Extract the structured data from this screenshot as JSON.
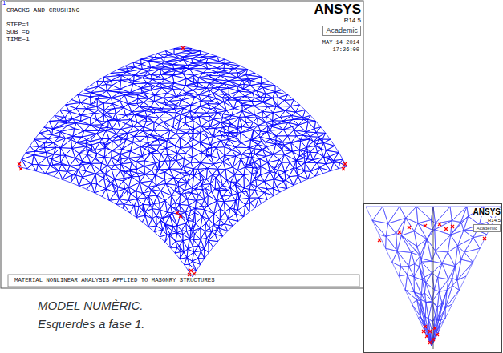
{
  "diagram": {
    "caption": "MODEL NUMÈRIC. Esquerdes a fase 1.",
    "labels": [
      "1",
      "CRACKS AND CRUSHING",
      "STEP=1",
      "SUB =6",
      "TIME=1",
      "ANSYS",
      "R14.5",
      "Academic",
      "MAY 14 2014",
      "17:26:00",
      "MATERIAL NONLINEAR ANALYSIS APPLIED TO MASONRY STRUCTURES",
      "ANSYS",
      "R14.5",
      "Academic"
    ]
  }
}
